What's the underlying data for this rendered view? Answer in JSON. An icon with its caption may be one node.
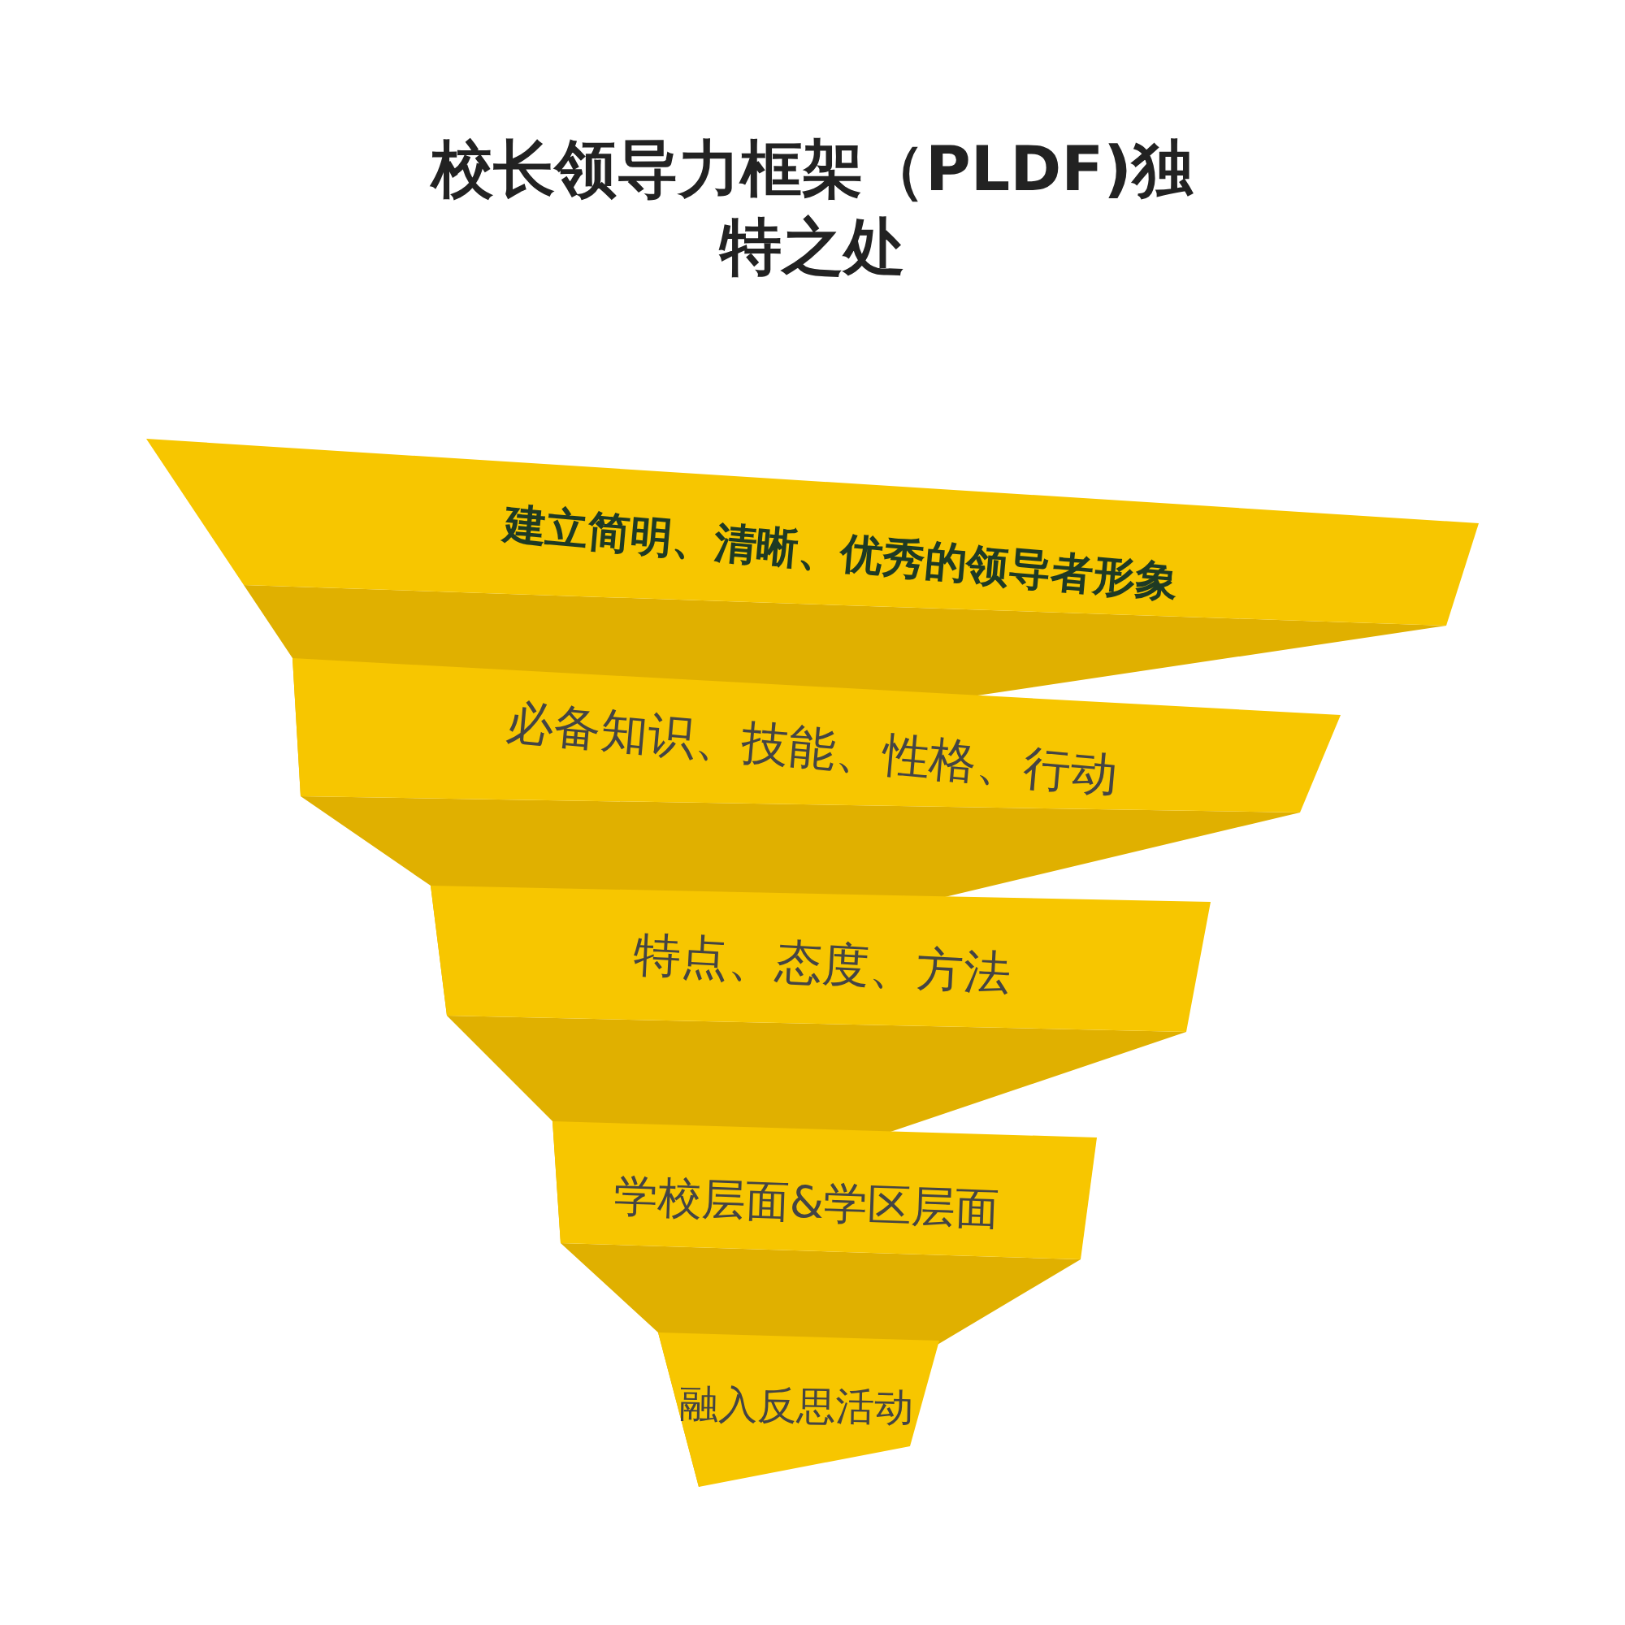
{
  "diagram": {
    "title": "校长领导力框架（PLDF)独特之处",
    "nodes": [
      {
        "text": [
          "建立简明、清晰、优秀的领导者形象"
        ]
      },
      {
        "text": [
          "必备知识、技能、性格、行动"
        ]
      },
      {
        "text": [
          "特点、态度、方法"
        ]
      },
      {
        "text": [
          "学校层面&学区层面"
        ]
      },
      {
        "text": [
          "融入反思活动"
        ]
      }
    ]
  }
}
